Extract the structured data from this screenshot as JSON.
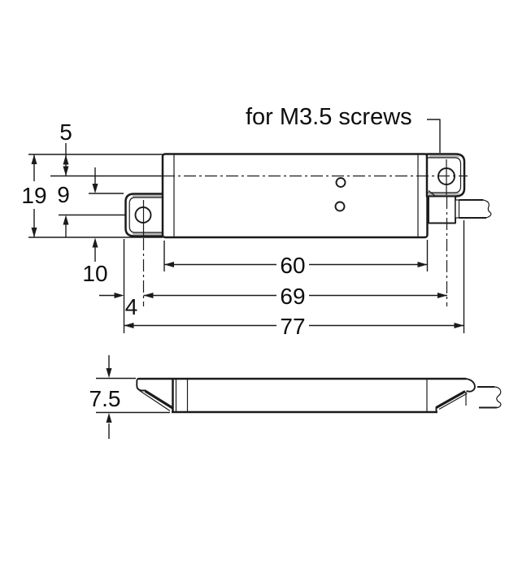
{
  "annotation": {
    "text": "for M3.5 screws"
  },
  "dimensions": {
    "body_top_to_centerline": "5",
    "overall_height": "19",
    "centerline_to_left_hole": "9",
    "bracket_height": "10",
    "left_edge_to_hole_center": "4",
    "body_length": "60",
    "hole_center_spacing": "69",
    "overall_length": "77",
    "profile_thickness": "7.5"
  }
}
